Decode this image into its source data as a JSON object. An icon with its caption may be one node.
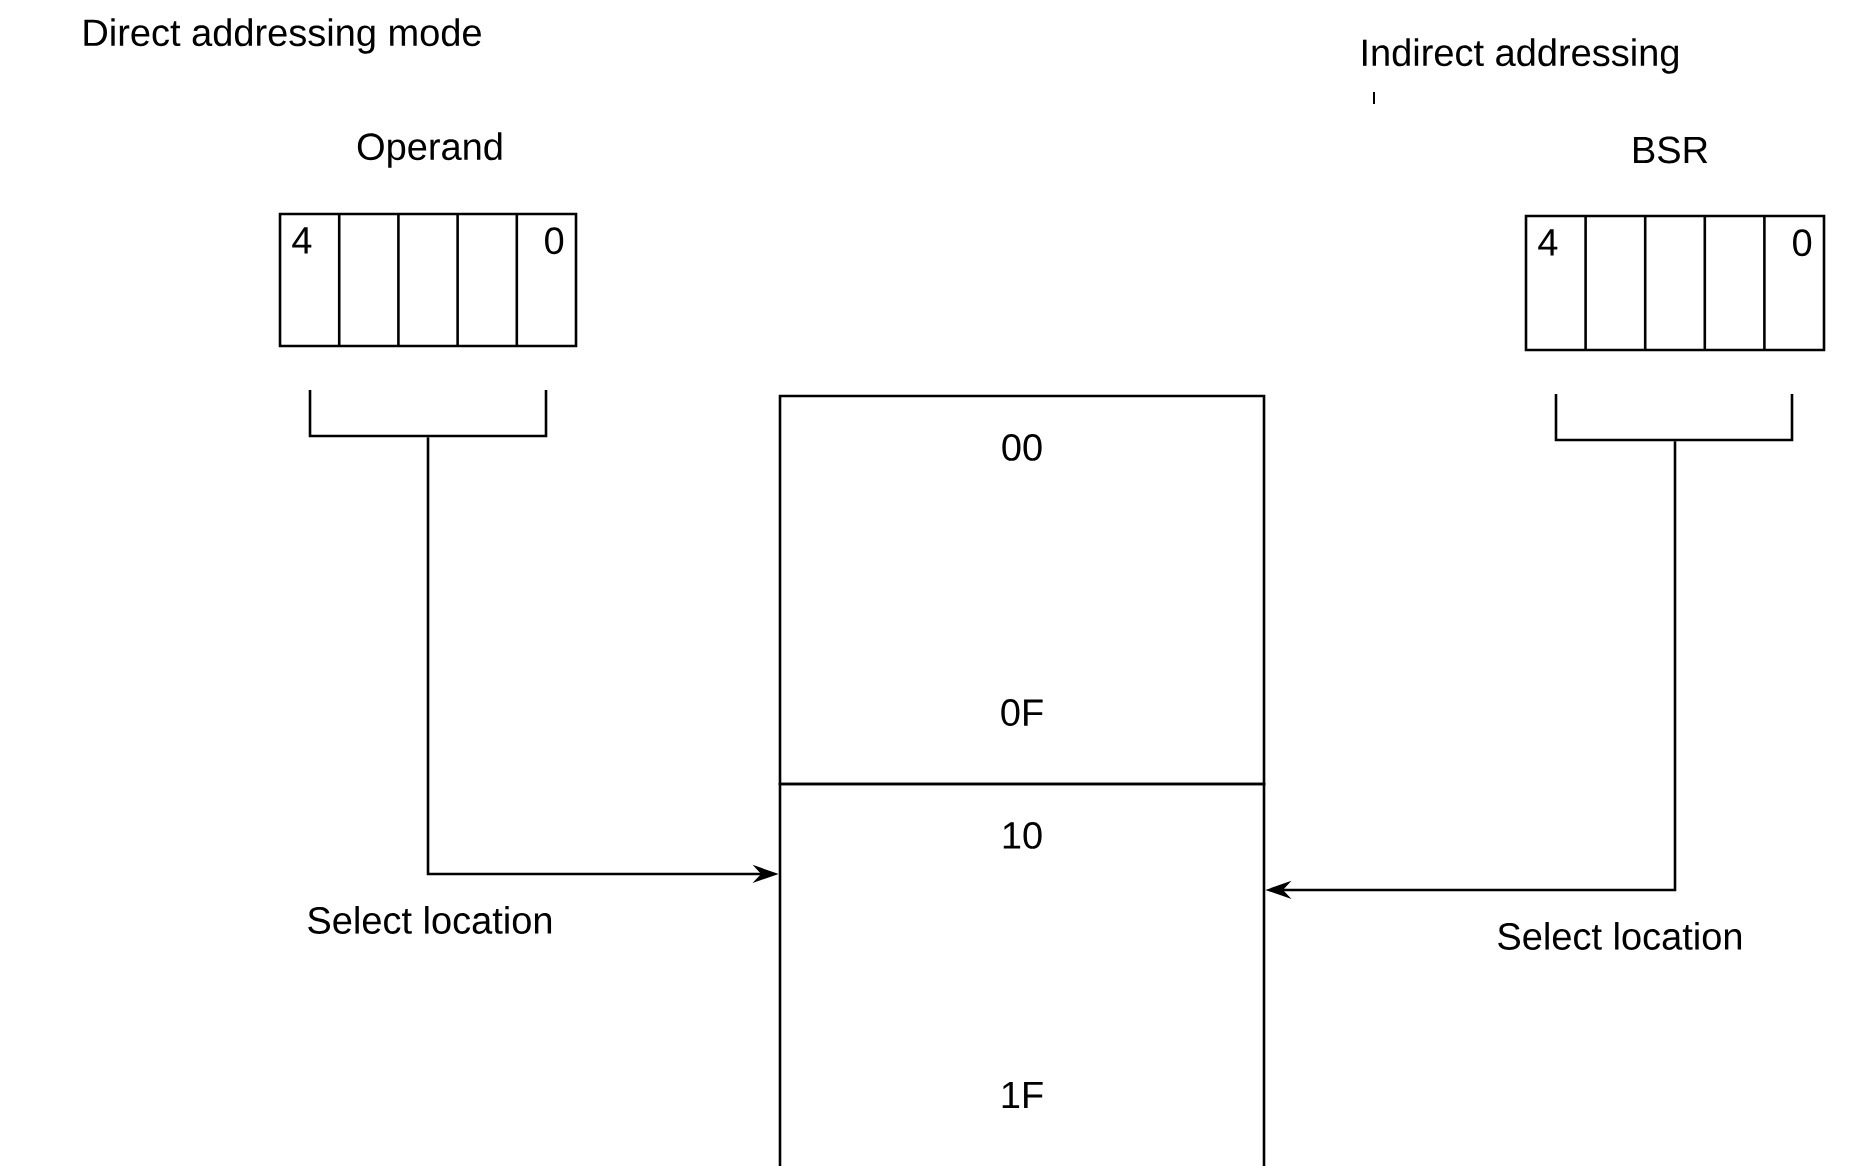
{
  "diagram": {
    "nodes": [
      {
        "text": [
          "Operand",
          "4",
          "0"
        ]
      },
      {
        "text": [
          "BSR",
          "4",
          "0"
        ]
      },
      {
        "text": [
          "00",
          "0F"
        ]
      },
      {
        "text": [
          "10",
          "1F"
        ]
      }
    ],
    "edges": [
      {
        "from": 0,
        "to": 3,
        "arrow": "to",
        "label": "Select location"
      },
      {
        "from": 1,
        "to": 3,
        "arrow": "to",
        "label": "Select location"
      }
    ],
    "labels": [
      "Direct addressing mode",
      "Indirect addressing"
    ]
  }
}
